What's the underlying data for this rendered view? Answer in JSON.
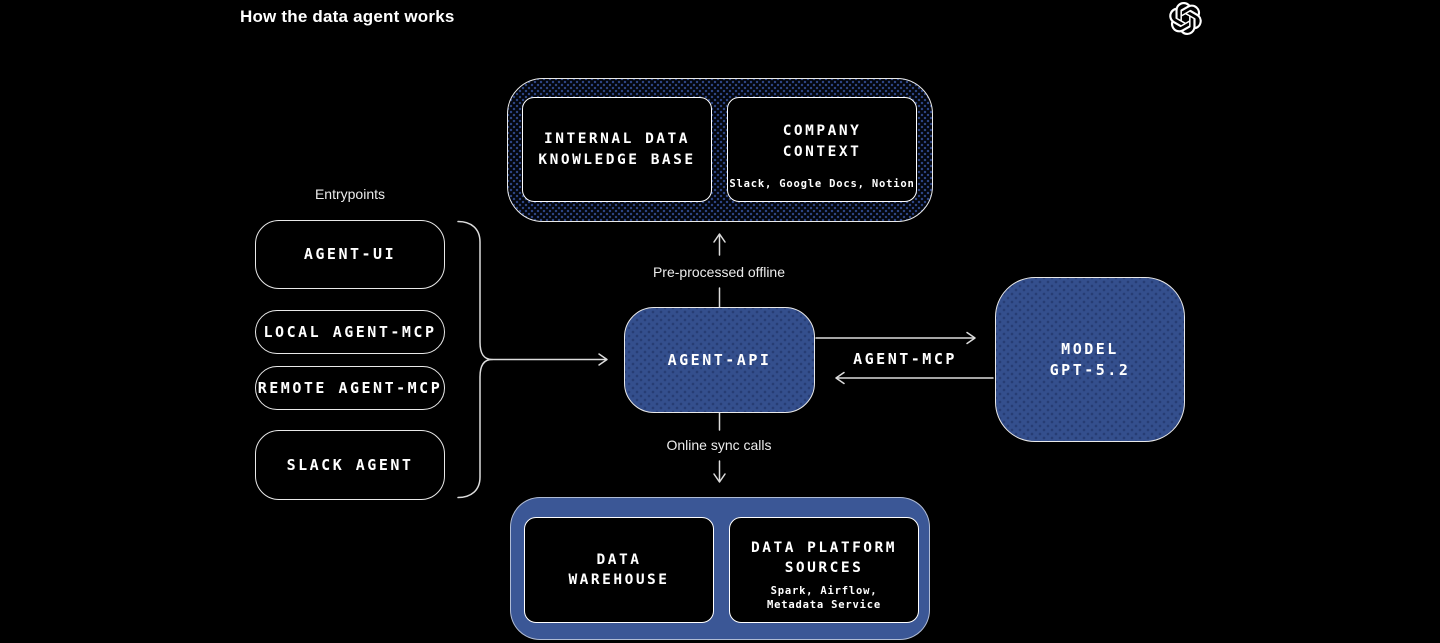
{
  "header": {
    "title": "How the data agent works",
    "logo_icon": "openai-logo"
  },
  "colors": {
    "background": "#000000",
    "node_blue": "#344f8d",
    "node_blue_dot": "#273d74",
    "panel_blue": "#3b5796",
    "pattern_dot_blue": "#2c4380",
    "line": "#dcdcdc",
    "text": "#ffffff"
  },
  "entrypoints": {
    "heading": "Entrypoints",
    "items": [
      {
        "label": "AGENT-UI"
      },
      {
        "label": "LOCAL AGENT-MCP"
      },
      {
        "label": "REMOTE AGENT-MCP"
      },
      {
        "label": "SLACK AGENT"
      }
    ]
  },
  "offline_sources": {
    "arrow_label": "Pre-processed offline",
    "boxes": [
      {
        "title": "INTERNAL DATA\nKNOWLEDGE BASE",
        "subtitle": ""
      },
      {
        "title": "COMPANY\nCONTEXT",
        "subtitle": "Slack, Google Docs, Notion"
      }
    ]
  },
  "agent_api": {
    "label": "AGENT-API"
  },
  "model": {
    "label": "MODEL\nGPT-5.2",
    "link_label": "AGENT-MCP"
  },
  "online_sources": {
    "arrow_label": "Online sync calls",
    "boxes": [
      {
        "title": "DATA\nWAREHOUSE",
        "subtitle": ""
      },
      {
        "title": "DATA PLATFORM\nSOURCES",
        "subtitle": "Spark, Airflow,\nMetadata Service"
      }
    ]
  }
}
